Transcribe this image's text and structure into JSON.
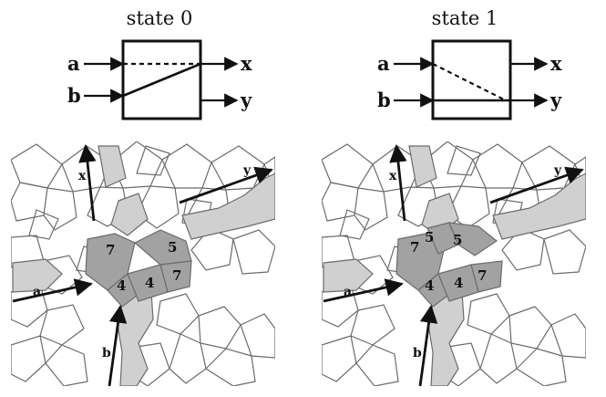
{
  "panels": [
    {
      "title": "state 0",
      "ports": {
        "a": "a",
        "b": "b",
        "x": "x",
        "y": "y"
      },
      "gate_paths": {
        "solid": "b → x",
        "dashed": "a → x"
      },
      "tile_labels": [
        "7",
        "5",
        "7",
        "4",
        "4"
      ],
      "arrow_labels": {
        "x": "x",
        "y": "y",
        "a": "a",
        "b": "b"
      }
    },
    {
      "title": "state 1",
      "ports": {
        "a": "a",
        "b": "b",
        "x": "x",
        "y": "y"
      },
      "gate_paths": {
        "solid": "b → y",
        "dashed": "a → y"
      },
      "tile_labels": [
        "5",
        "5",
        "7",
        "7",
        "4",
        "4"
      ],
      "arrow_labels": {
        "x": "x",
        "y": "y",
        "a": "a",
        "b": "b"
      }
    }
  ],
  "colors": {
    "tile_fill_light": "#d0d0d0",
    "tile_fill_dark": "#a2a2a2",
    "tile_stroke": "#6b6b6b",
    "ink": "#111111"
  }
}
